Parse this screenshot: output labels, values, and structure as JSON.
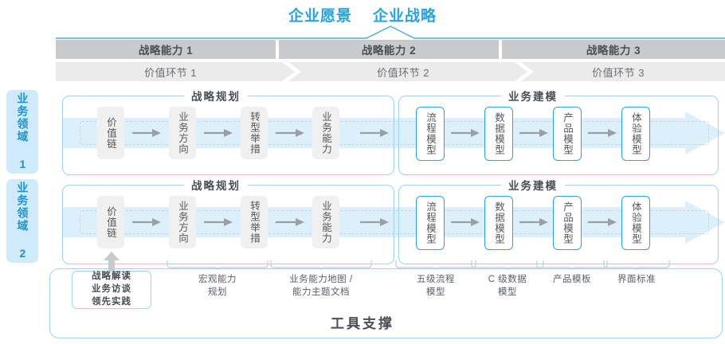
{
  "header": {
    "titles": [
      "企业愿景",
      "企业战略"
    ],
    "accent_color": "#29a3dd"
  },
  "capability_bars": [
    {
      "label": "战略能力 1"
    },
    {
      "label": "战略能力 2"
    },
    {
      "label": "战略能力 3"
    }
  ],
  "value_bars": [
    {
      "label": "价值环节 1"
    },
    {
      "label": "价值环节 2"
    },
    {
      "label": "价值环节 3"
    }
  ],
  "rows": [
    {
      "side_label": "业务领域 1",
      "groups": [
        {
          "title": "战略规划",
          "nodes": [
            {
              "label": "价值链",
              "style": "gray"
            },
            {
              "label": "业务方向",
              "style": "gray"
            },
            {
              "label": "转型举措",
              "style": "gray"
            },
            {
              "label": "业务能力",
              "style": "gray"
            }
          ]
        },
        {
          "title": "业务建模",
          "nodes": [
            {
              "label": "流程模型",
              "style": "blue"
            },
            {
              "label": "数据模型",
              "style": "blue"
            },
            {
              "label": "产品模型",
              "style": "blue"
            },
            {
              "label": "体验模型",
              "style": "blue"
            }
          ]
        }
      ]
    },
    {
      "side_label": "业务领域 2",
      "groups": [
        {
          "title": "战略规划",
          "nodes": [
            {
              "label": "价值链",
              "style": "gray"
            },
            {
              "label": "业务方向",
              "style": "gray"
            },
            {
              "label": "转型举措",
              "style": "gray"
            },
            {
              "label": "业务能力",
              "style": "gray"
            }
          ]
        },
        {
          "title": "业务建模",
          "nodes": [
            {
              "label": "流程模型",
              "style": "blue"
            },
            {
              "label": "数据模型",
              "style": "blue"
            },
            {
              "label": "产品模型",
              "style": "blue"
            },
            {
              "label": "体验模型",
              "style": "blue"
            }
          ]
        }
      ]
    }
  ],
  "annotations": {
    "boxed": "战略解读\n业务访谈\n领先实践",
    "items": [
      {
        "label": "宏观能力\n规划"
      },
      {
        "label": "业务能力地图 /\n能力主题文档"
      },
      {
        "label": "五级流程\n模型"
      },
      {
        "label": "C 级数据\n模型"
      },
      {
        "label": "产品模板"
      },
      {
        "label": "界面标准"
      }
    ]
  },
  "tool_support": {
    "title": "工具支撑"
  },
  "colors": {
    "accent_blue": "#29a3dd",
    "border_blue": "#9ed2ee",
    "node_blue_border": "#2da4e0",
    "bar_dark_gray": "#c9cacb",
    "bar_light_gray": "#ebebeb",
    "text_gray": "#5a5f66",
    "sidebar_bg": "#cfeafa",
    "arrow_pale_blue": "#dcf0fb"
  }
}
